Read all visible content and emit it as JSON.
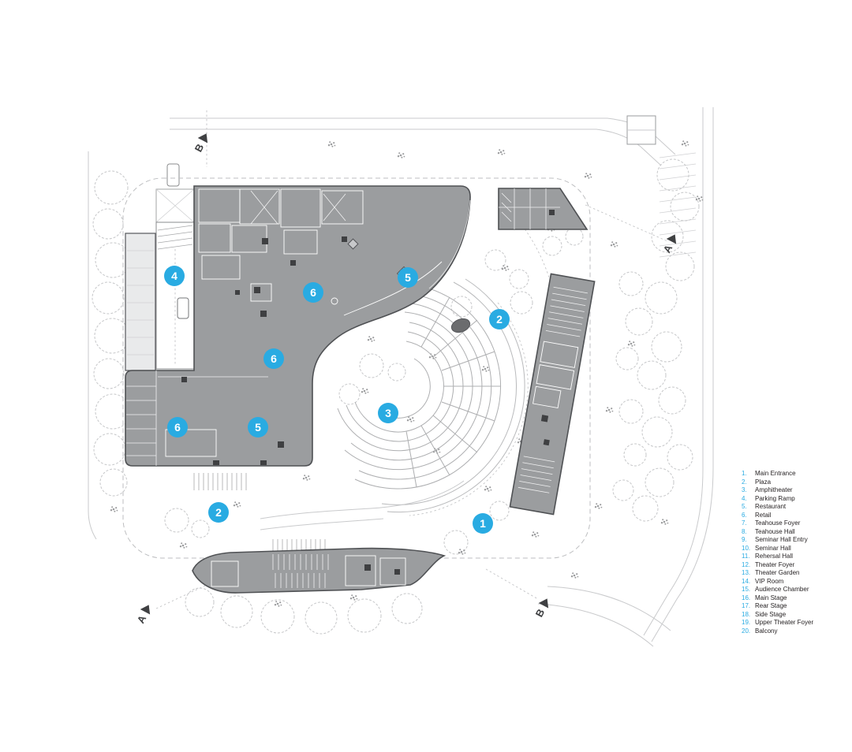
{
  "colors": {
    "accent": "#29abe2",
    "building_fill": "#9b9d9f",
    "building_outline": "#4f5154",
    "legend_text": "#231f20"
  },
  "plan": {
    "markers": [
      {
        "number": "4"
      },
      {
        "number": "6"
      },
      {
        "number": "5"
      },
      {
        "number": "2"
      },
      {
        "number": "6"
      },
      {
        "number": "3"
      },
      {
        "number": "6"
      },
      {
        "number": "5"
      },
      {
        "number": "2"
      },
      {
        "number": "1"
      }
    ],
    "sections": [
      {
        "label": "B"
      },
      {
        "label": "A"
      },
      {
        "label": "A"
      },
      {
        "label": "B"
      }
    ]
  },
  "legend": {
    "items": [
      {
        "number": "1.",
        "label": "Main Entrance"
      },
      {
        "number": "2.",
        "label": "Plaza"
      },
      {
        "number": "3.",
        "label": "Amphitheater"
      },
      {
        "number": "4.",
        "label": "Parking Ramp"
      },
      {
        "number": "5.",
        "label": "Restaurant"
      },
      {
        "number": "6.",
        "label": "Retail"
      },
      {
        "number": "7.",
        "label": "Teahouse Foyer"
      },
      {
        "number": "8.",
        "label": "Teahouse Hall"
      },
      {
        "number": "9.",
        "label": "Seminar Hall Entry"
      },
      {
        "number": "10.",
        "label": "Seminar Hall"
      },
      {
        "number": "11.",
        "label": "Rehersal Hall"
      },
      {
        "number": "12.",
        "label": "Theater Foyer"
      },
      {
        "number": "13.",
        "label": "Theater Garden"
      },
      {
        "number": "14.",
        "label": "VIP Room"
      },
      {
        "number": "15.",
        "label": "Audience Chamber"
      },
      {
        "number": "16.",
        "label": "Main Stage"
      },
      {
        "number": "17.",
        "label": "Rear Stage"
      },
      {
        "number": "18.",
        "label": "Side Stage"
      },
      {
        "number": "19.",
        "label": "Upper Theater Foyer"
      },
      {
        "number": "20.",
        "label": "Balcony"
      }
    ]
  }
}
